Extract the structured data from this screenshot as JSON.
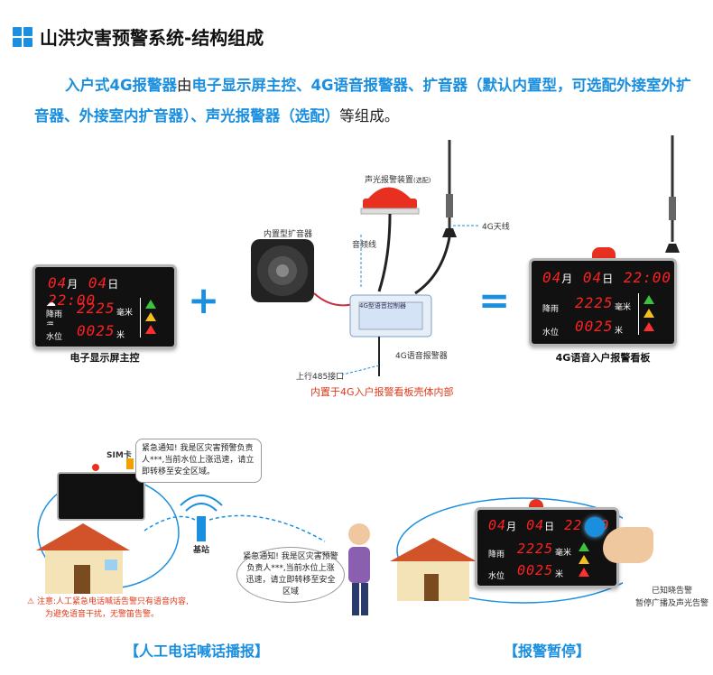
{
  "title": "山洪灾害预警系统-结构组成",
  "intro": {
    "part1": "入户式4G报警器",
    "part2": "由",
    "part3": "电子显示屏主控、4G语音报警器、扩音器（默认内置型，可选配外接室外扩音器、外接室内扩音器）、声光报警器（选配）",
    "part4": "等组成。"
  },
  "panel": {
    "row1_month": "04",
    "row1_month_unit": "月",
    "row1_day": "04",
    "row1_day_unit": "日",
    "row1_time": "22:00",
    "rain_label": "降雨",
    "rain_value": "2225",
    "rain_unit": "毫米",
    "water_label": "水位",
    "water_value": "0025",
    "water_unit": "米"
  },
  "labels": {
    "main_panel": "电子显示屏主控",
    "combined_panel": "4G语音入户报警看板",
    "speaker": "内置型扩音器",
    "alarm_light": "声光报警装置",
    "alarm_light_note": "(选配)",
    "audio_line": "音频线",
    "antenna": "4G天线",
    "voice_alarm": "4G语音报警器",
    "controller_name": "4G型语音控制器",
    "port": "上行485接口",
    "built_in": "内置于4G入户报警看板壳体内部",
    "plus": "+",
    "equals": "=",
    "sim": "SIM卡",
    "base_station": "基站",
    "bubble_left": "紧急通知! 我是区灾害预警负责人***,当前水位上涨迅速，请立即转移至安全区域。",
    "bubble_person": "紧急通知! 我是区灾害预警负责人***,当前水位上涨迅速，请立即转移至安全区域",
    "notice1": "注意:人工紧急电话喊话告警只有语音内容,",
    "notice2": "为避免语音干扰，无警笛告警。",
    "ack1": "已知晓告警",
    "ack2": "暂停广播及声光告警",
    "section_left": "【人工电话喊话播报】",
    "section_right": "【报警暂停】"
  },
  "colors": {
    "accent": "#1a8fe0",
    "led": "#ff2020",
    "warn": "#e03a1a"
  }
}
